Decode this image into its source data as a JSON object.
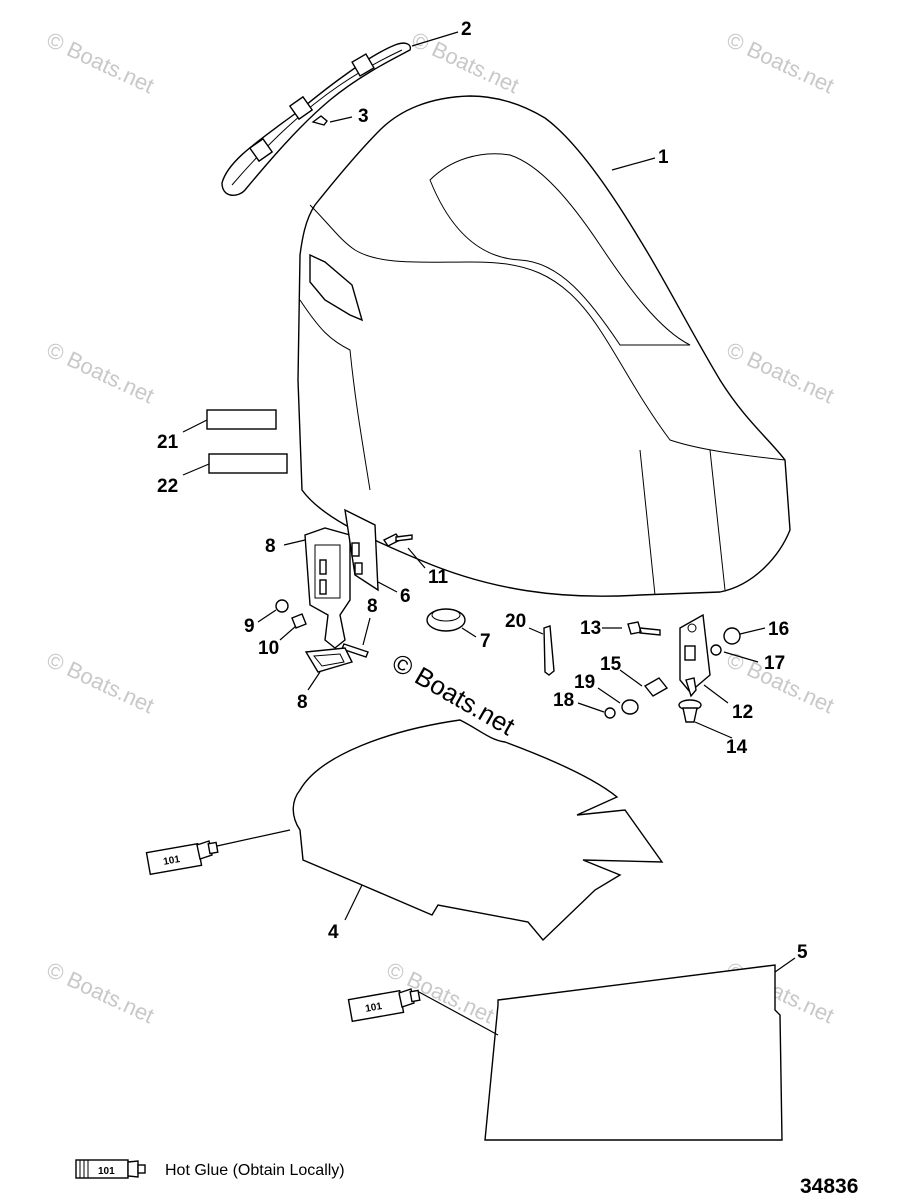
{
  "watermark": "© Boats.net",
  "center_watermark": "© Boats.net",
  "callouts": {
    "c1": "1",
    "c2": "2",
    "c3": "3",
    "c4": "4",
    "c5": "5",
    "c6": "6",
    "c7": "7",
    "c8a": "8",
    "c8b": "8",
    "c8c": "8",
    "c9": "9",
    "c10": "10",
    "c11": "11",
    "c12": "12",
    "c13": "13",
    "c14": "14",
    "c15": "15",
    "c16": "16",
    "c17": "17",
    "c18": "18",
    "c19": "19",
    "c20": "20",
    "c21": "21",
    "c22": "22"
  },
  "adhesive_code": "101",
  "legend": {
    "code": "101",
    "text": "Hot Glue (Obtain Locally)"
  },
  "figure_number": "34836"
}
